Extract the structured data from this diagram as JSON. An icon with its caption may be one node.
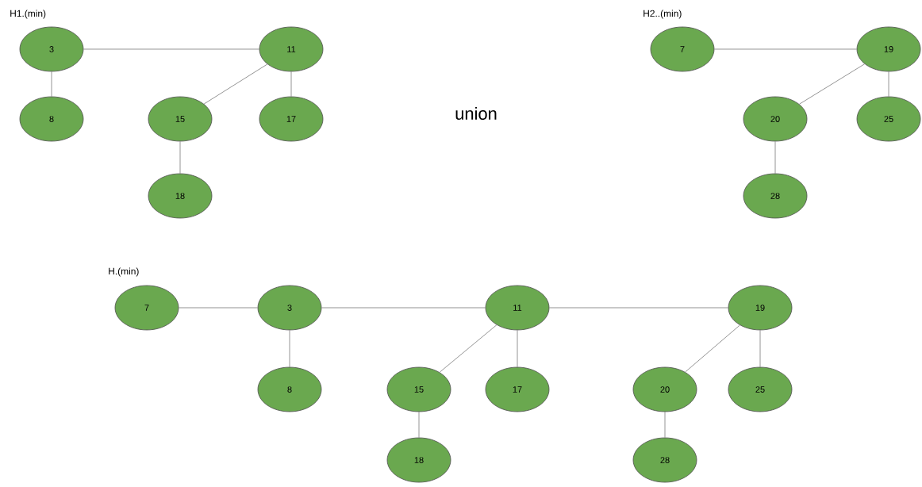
{
  "diagram": {
    "nodes": [
      {
        "text": [
          "3"
        ]
      },
      {
        "text": [
          "11"
        ]
      },
      {
        "text": [
          "8"
        ]
      },
      {
        "text": [
          "15"
        ]
      },
      {
        "text": [
          "17"
        ]
      },
      {
        "text": [
          "18"
        ]
      },
      {
        "text": [
          "7"
        ]
      },
      {
        "text": [
          "19"
        ]
      },
      {
        "text": [
          "20"
        ]
      },
      {
        "text": [
          "25"
        ]
      },
      {
        "text": [
          "28"
        ]
      },
      {
        "text": [
          "7"
        ]
      },
      {
        "text": [
          "3"
        ]
      },
      {
        "text": [
          "11"
        ]
      },
      {
        "text": [
          "19"
        ]
      },
      {
        "text": [
          "8"
        ]
      },
      {
        "text": [
          "15"
        ]
      },
      {
        "text": [
          "17"
        ]
      },
      {
        "text": [
          "20"
        ]
      },
      {
        "text": [
          "25"
        ]
      },
      {
        "text": [
          "18"
        ]
      },
      {
        "text": [
          "28"
        ]
      }
    ],
    "edges": [
      {
        "from": 0,
        "to": 1,
        "arrow": "none"
      },
      {
        "from": 0,
        "to": 2,
        "arrow": "none"
      },
      {
        "from": 1,
        "to": 3,
        "arrow": "none"
      },
      {
        "from": 1,
        "to": 4,
        "arrow": "none"
      },
      {
        "from": 3,
        "to": 5,
        "arrow": "none"
      },
      {
        "from": 6,
        "to": 7,
        "arrow": "none"
      },
      {
        "from": 7,
        "to": 8,
        "arrow": "none"
      },
      {
        "from": 7,
        "to": 9,
        "arrow": "none"
      },
      {
        "from": 8,
        "to": 10,
        "arrow": "none"
      },
      {
        "from": 11,
        "to": 12,
        "arrow": "none"
      },
      {
        "from": 12,
        "to": 13,
        "arrow": "none"
      },
      {
        "from": 13,
        "to": 14,
        "arrow": "none"
      },
      {
        "from": 12,
        "to": 15,
        "arrow": "none"
      },
      {
        "from": 13,
        "to": 16,
        "arrow": "none"
      },
      {
        "from": 13,
        "to": 17,
        "arrow": "none"
      },
      {
        "from": 16,
        "to": 20,
        "arrow": "none"
      },
      {
        "from": 14,
        "to": 18,
        "arrow": "none"
      },
      {
        "from": 14,
        "to": 19,
        "arrow": "none"
      },
      {
        "from": 18,
        "to": 21,
        "arrow": "none"
      }
    ],
    "labels": [
      "H1.(min)",
      "H2..(min)",
      "union",
      "H.(min)"
    ]
  }
}
